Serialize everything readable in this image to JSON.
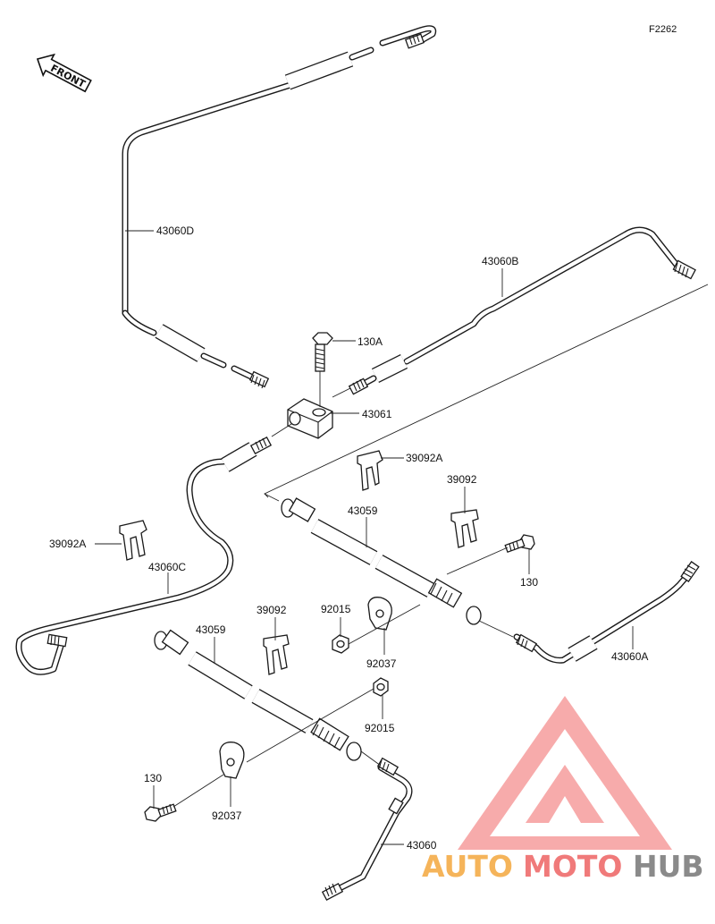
{
  "diagram": {
    "code": "F2262",
    "front_label": "FRONT",
    "labels": {
      "pipe_d": "43060D",
      "pipe_b": "43060B",
      "bolt_a": "130A",
      "joint": "43061",
      "clip_a_upper": "39092A",
      "clip_upper": "39092",
      "hose_upper": "43059",
      "clip_a_left": "39092A",
      "pipe_c": "43060C",
      "bolt_upper": "130",
      "nut_upper": "92015",
      "clamp_upper": "92037",
      "pipe_a": "43060A",
      "clip_lower": "39092",
      "hose_lower": "43059",
      "nut_lower": "92015",
      "bolt_lower": "130",
      "clamp_lower": "92037",
      "pipe_main": "43060"
    }
  },
  "watermark": {
    "text_auto": "AUTO",
    "text_moto": "MOTO",
    "text_hub": "HUB",
    "color_orange": "#f5b45a",
    "color_red": "#f07a7a",
    "color_gray": "#8a8a8a"
  }
}
